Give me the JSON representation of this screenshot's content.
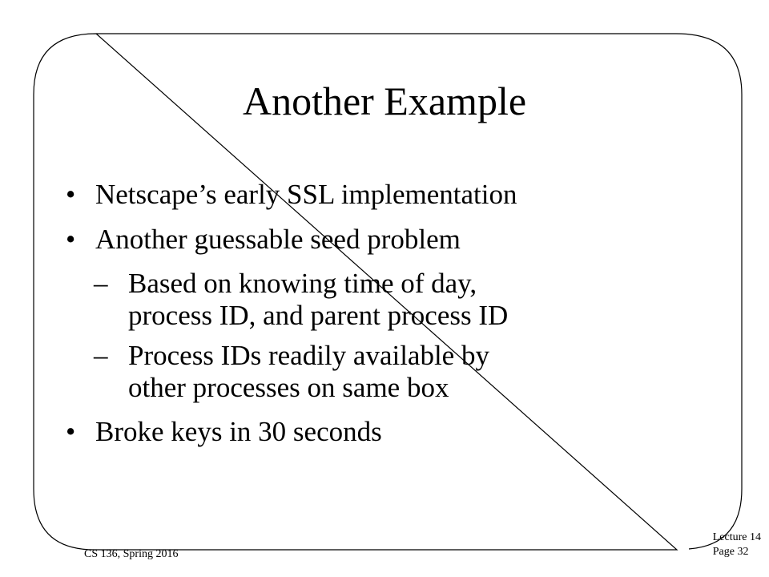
{
  "slide": {
    "title": "Another Example",
    "bullets": [
      {
        "mark": "•",
        "text": "Netscape’s early SSL implementation"
      },
      {
        "mark": "•",
        "text": "Another guessable seed problem"
      },
      {
        "mark": "•",
        "text": "Broke keys in 30 seconds"
      }
    ],
    "subbullets": [
      {
        "mark": "–",
        "lines": [
          "Based on knowing time of day,",
          "process ID, and parent process ID"
        ]
      },
      {
        "mark": "–",
        "lines": [
          "Process IDs readily available by",
          "other processes on same box"
        ]
      }
    ]
  },
  "footer": {
    "course": "CS 136, Spring 2016",
    "lecture": "Lecture 14",
    "page": "Page 32"
  }
}
